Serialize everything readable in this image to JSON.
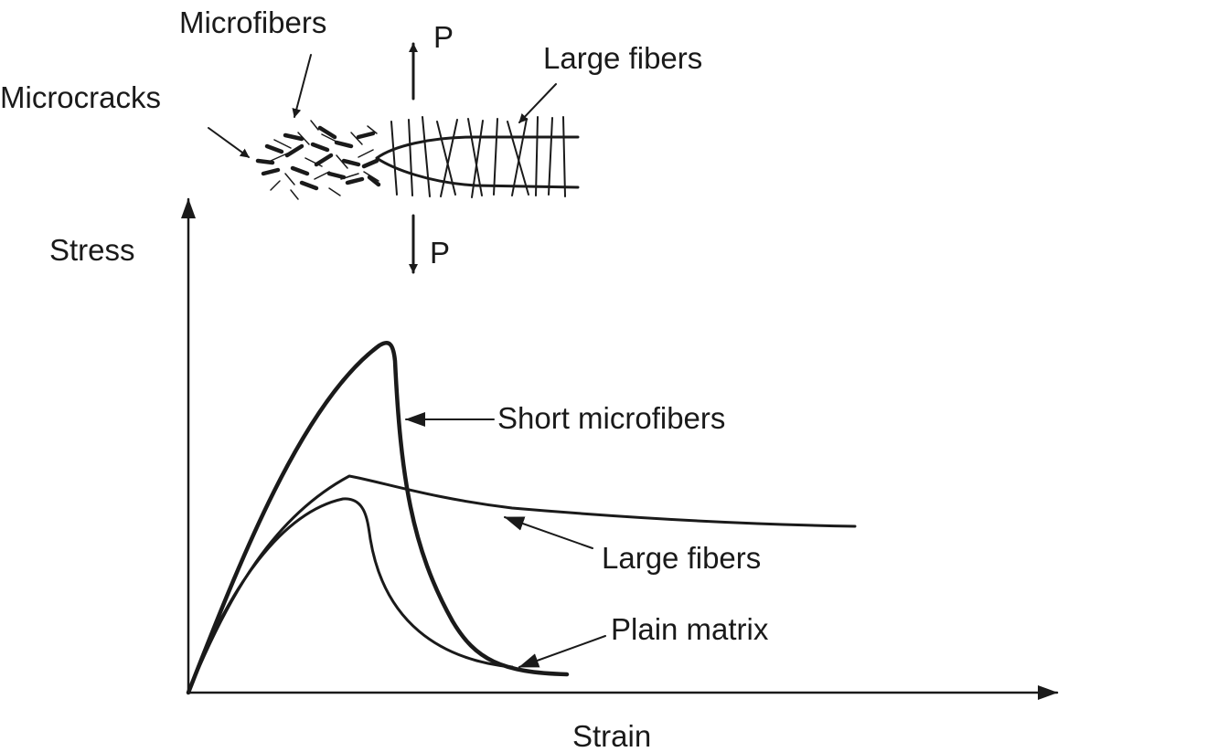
{
  "diagram": {
    "labels": {
      "microfibers": "Microfibers",
      "large_fibers_top": "Large fibers",
      "microcracks": "Microcracks",
      "load_top": "P",
      "load_bottom": "P",
      "stress_axis": "Stress",
      "strain_axis": "Strain",
      "short_microfibers": "Short microfibers",
      "large_fibers_curve": "Large fibers",
      "plain_matrix": "Plain matrix"
    }
  },
  "colors": {
    "ink": "#1a1a1a",
    "background": "#ffffff"
  }
}
